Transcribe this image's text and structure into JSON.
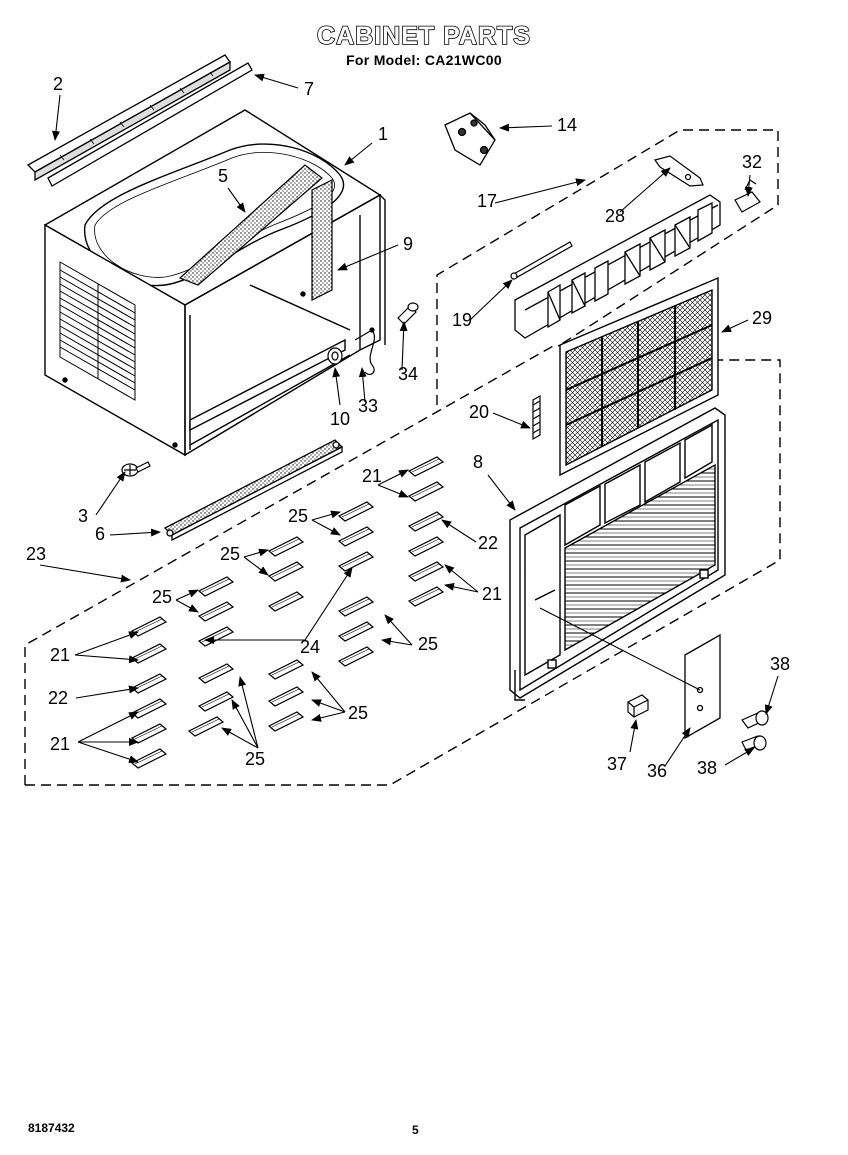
{
  "header": {
    "title": "CABINET PARTS",
    "subtitle": "For Model: CA21WC00"
  },
  "footer": {
    "doc_number": "8187432",
    "page": "5"
  },
  "callouts": {
    "c1": "1",
    "c2": "2",
    "c3": "3",
    "c5": "5",
    "c6": "6",
    "c7": "7",
    "c8": "8",
    "c9": "9",
    "c10": "10",
    "c14": "14",
    "c17": "17",
    "c19": "19",
    "c20": "20",
    "c21a": "21",
    "c21b": "21",
    "c21c": "21",
    "c21d": "21",
    "c22a": "22",
    "c22b": "22",
    "c23": "23",
    "c24": "24",
    "c25a": "25",
    "c25b": "25",
    "c25c": "25",
    "c25d": "25",
    "c25e": "25",
    "c25f": "25",
    "c28": "28",
    "c29": "29",
    "c32": "32",
    "c33": "33",
    "c34": "34",
    "c36": "36",
    "c37": "37",
    "c38a": "38",
    "c38b": "38"
  }
}
